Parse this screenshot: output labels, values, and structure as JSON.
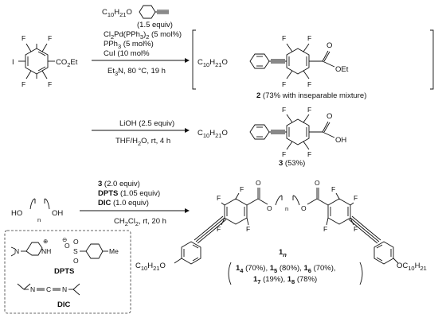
{
  "scheme": {
    "start": {
      "atoms": {
        "iodo": "I",
        "f": "F",
        "ester": "CO",
        "ester_sub": "2",
        "ester_end": "Et"
      }
    },
    "alkyne_reagent": {
      "prefix": "C",
      "chain_sub": "10",
      "h": "H",
      "h_sub": "21",
      "o": "O",
      "equiv": "(1.5 equiv)"
    },
    "step1_conditions": {
      "line1": "Cl",
      "line1_a": "2",
      "line1_b": "Pd(PPh",
      "line1_c": "3",
      "line1_d": ")",
      "line1_e": "2",
      "line1_f": " (5 mol%)",
      "line2_a": "PPh",
      "line2_b": "3",
      "line2_c": " (5 mol%)",
      "line3": "CuI (10 mol%",
      "line4_a": "Et",
      "line4_b": "3",
      "line4_c": "N, 80 °C, 19 h"
    },
    "compound2": {
      "label": "2",
      "note": " (73% with inseparable mixture)",
      "oet": "OEt",
      "o": "O"
    },
    "step2_conditions": {
      "line1": "LiOH (2.5 equiv)",
      "line2_a": "THF/H",
      "line2_b": "2",
      "line2_c": "O, rt, 4 h"
    },
    "compound3": {
      "label": "3",
      "yield": " (53%)",
      "oh": "OH",
      "o": "O"
    },
    "diol": {
      "ho": "HO",
      "oh": "OH",
      "n": "n"
    },
    "step3_conditions": {
      "r1_bold": "3",
      "r1_rest": " (2.0 equiv)",
      "r2_bold": "DPTS",
      "r2_rest": " (1.05 equiv)",
      "r3_bold": "DIC",
      "r3_rest": " (1.0 equiv)",
      "r4_a": "CH",
      "r4_b": "2",
      "r4_c": "Cl",
      "r4_d": "2",
      "r4_e": ", rt, 20 h"
    },
    "reagent_box": {
      "dpts": "DPTS",
      "dic": "DIC",
      "me": "Me",
      "n_atom": "N",
      "nh": "NH",
      "plus": "⊕",
      "minus": "⊖",
      "o": "O",
      "s": "S",
      "n_eq": "N",
      "c_eq": "C"
    },
    "product": {
      "label_main": "1",
      "label_sub": "n",
      "yields_line1": [
        {
          "num": "1",
          "sub": "4",
          "yield": " (70%), "
        },
        {
          "num": "1",
          "sub": "5",
          "yield": " (80%), "
        },
        {
          "num": "1",
          "sub": "6",
          "yield": " (70%),"
        }
      ],
      "yields_line2": [
        {
          "num": "1",
          "sub": "7",
          "yield": " (19%), "
        },
        {
          "num": "1",
          "sub": "8",
          "yield": " (78%)"
        }
      ],
      "o": "O",
      "n": "n",
      "oc_left_a": "C",
      "oc_left_b": "10",
      "oc_left_c": "H",
      "oc_left_d": "21",
      "oc_left_e": "O",
      "oc_right_a": "OC",
      "oc_right_b": "10",
      "oc_right_c": "H",
      "oc_right_d": "21"
    }
  }
}
